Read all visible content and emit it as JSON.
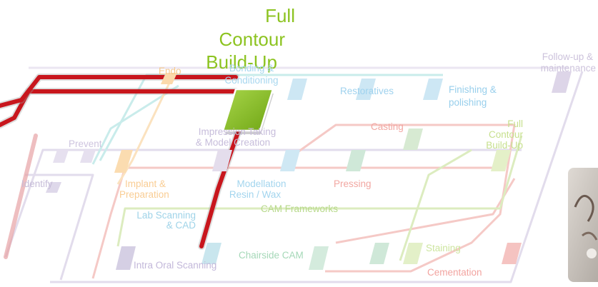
{
  "colors": {
    "accent_green": "#8cc320",
    "red_line": "#c8161d",
    "lilac": "#c9bfd8",
    "teal": "#b5e1de",
    "salmon": "#f0aaa6",
    "light_green": "#d2e6a8",
    "orange": "#f9d29a",
    "blue_tile": "#b9dcef"
  },
  "highlight": {
    "line1": "Full",
    "line2": "Contour",
    "line3": "Build-Up"
  },
  "stations": {
    "identify": "Identify",
    "prevent": "Prevent",
    "endo": "Endo",
    "bonding_line1": "Bonding &",
    "bonding_line2": "Conditioning",
    "restoratives": "Restoratives",
    "finishing_line1": "Finishing &",
    "finishing_line2": "polishing",
    "followup_line1": "Follow-up &",
    "followup_line2": "maintenance",
    "impression_line1": "Impression Taking",
    "impression_line2": "& Model Creation",
    "casting": "Casting",
    "fcb_line1": "Full",
    "fcb_line2": "Contour",
    "fcb_line3": "Build-Up",
    "implant_line1": "Implant &",
    "implant_line2": "Preparation",
    "modellation_line1": "Modellation",
    "modellation_line2": "Resin / Wax",
    "pressing": "Pressing",
    "lab_scanning_line1": "Lab Scanning",
    "lab_scanning_line2": "& CAD",
    "cam_frameworks": "CAM Frameworks",
    "staining": "Staining",
    "cementation": "Cementation",
    "chairside_cam": "Chairside CAM",
    "intra_oral": "Intra Oral Scanning"
  },
  "icons": {
    "product_photo": "product-photo-icon"
  }
}
